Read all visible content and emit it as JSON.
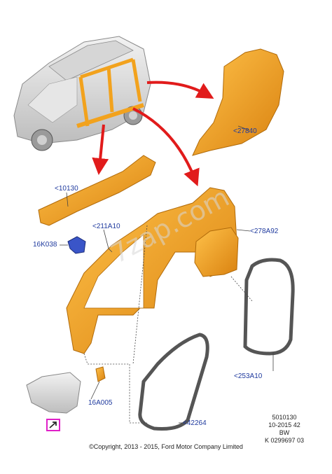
{
  "callouts": {
    "c27840": "<27840",
    "c10130": "<10130",
    "c211A10": "<211A10",
    "c278A92": "<278A92",
    "c16K038": "16K038",
    "c16A005": "16A005",
    "c253A10": "<253A10",
    "c42264": "<42264"
  },
  "watermark": "7zap.com",
  "reference": {
    "line1": "5010130",
    "line2": "10-2015 42",
    "line3": "BW",
    "line4": "K 0299697 03"
  },
  "copyright": "©Copyright, 2013 - 2015, Ford Motor Company Limited",
  "colors": {
    "part_orange": "#f2a21d",
    "part_orange_dark": "#c97a0c",
    "callout_blue": "#1f3a9e",
    "arrow_red": "#e11b1b",
    "bracket_blue": "#3a55c8",
    "link_magenta": "#e020c8"
  },
  "icons": {
    "link": "external-link-icon"
  }
}
